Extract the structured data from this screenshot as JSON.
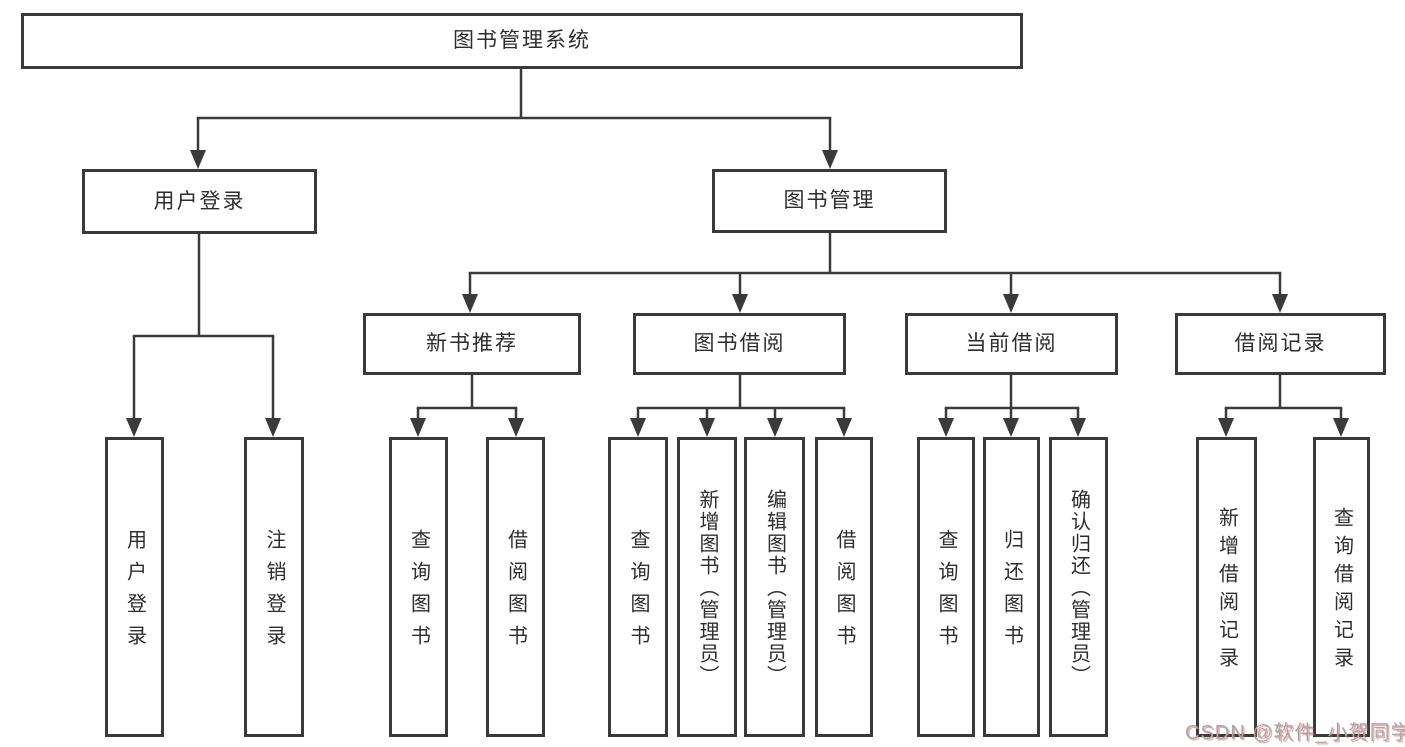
{
  "tree": {
    "root": "图书管理系统",
    "branches": [
      {
        "label": "用户登录",
        "children": [
          "用户登录",
          "注销登录"
        ]
      },
      {
        "label": "图书管理",
        "children": [
          {
            "label": "新书推荐",
            "children": [
              "查询图书",
              "借阅图书"
            ]
          },
          {
            "label": "图书借阅",
            "children": [
              "查询图书",
              "新增图书（管理员）",
              "编辑图书（管理员）",
              "借阅图书"
            ]
          },
          {
            "label": "当前借阅",
            "children": [
              "查询图书",
              "归还图书",
              "确认归还（管理员）"
            ]
          },
          {
            "label": "借阅记录",
            "children": [
              "新增借阅记录",
              "查询借阅记录"
            ]
          }
        ]
      }
    ]
  },
  "watermark": {
    "text": "CSDN @软件_小贺同学"
  },
  "colors": {
    "line": "#3a3a3a",
    "node_border": "#3a3a3a",
    "node_text": "#2e2e2e",
    "watermark_gray": "#a8a8a8",
    "watermark_red": "#d65050"
  }
}
